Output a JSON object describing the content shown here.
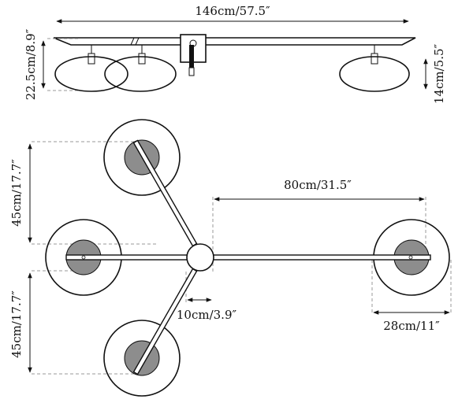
{
  "side_view": {
    "overall_length": "146cm/57.5″",
    "height": "22.5cm/8.9″",
    "ring_height": "14cm/5.5″"
  },
  "top_view": {
    "arm_length": "80cm/31.5″",
    "arm_spacing_upper": "45cm/17.7″",
    "arm_spacing_lower": "45cm/17.7″",
    "hub_diameter": "10cm/3.9″",
    "shade_diameter": "28cm/11″"
  },
  "colors": {
    "line": "#111111",
    "disc_fill": "#8d8d8d",
    "guide": "#9a9a9a"
  }
}
